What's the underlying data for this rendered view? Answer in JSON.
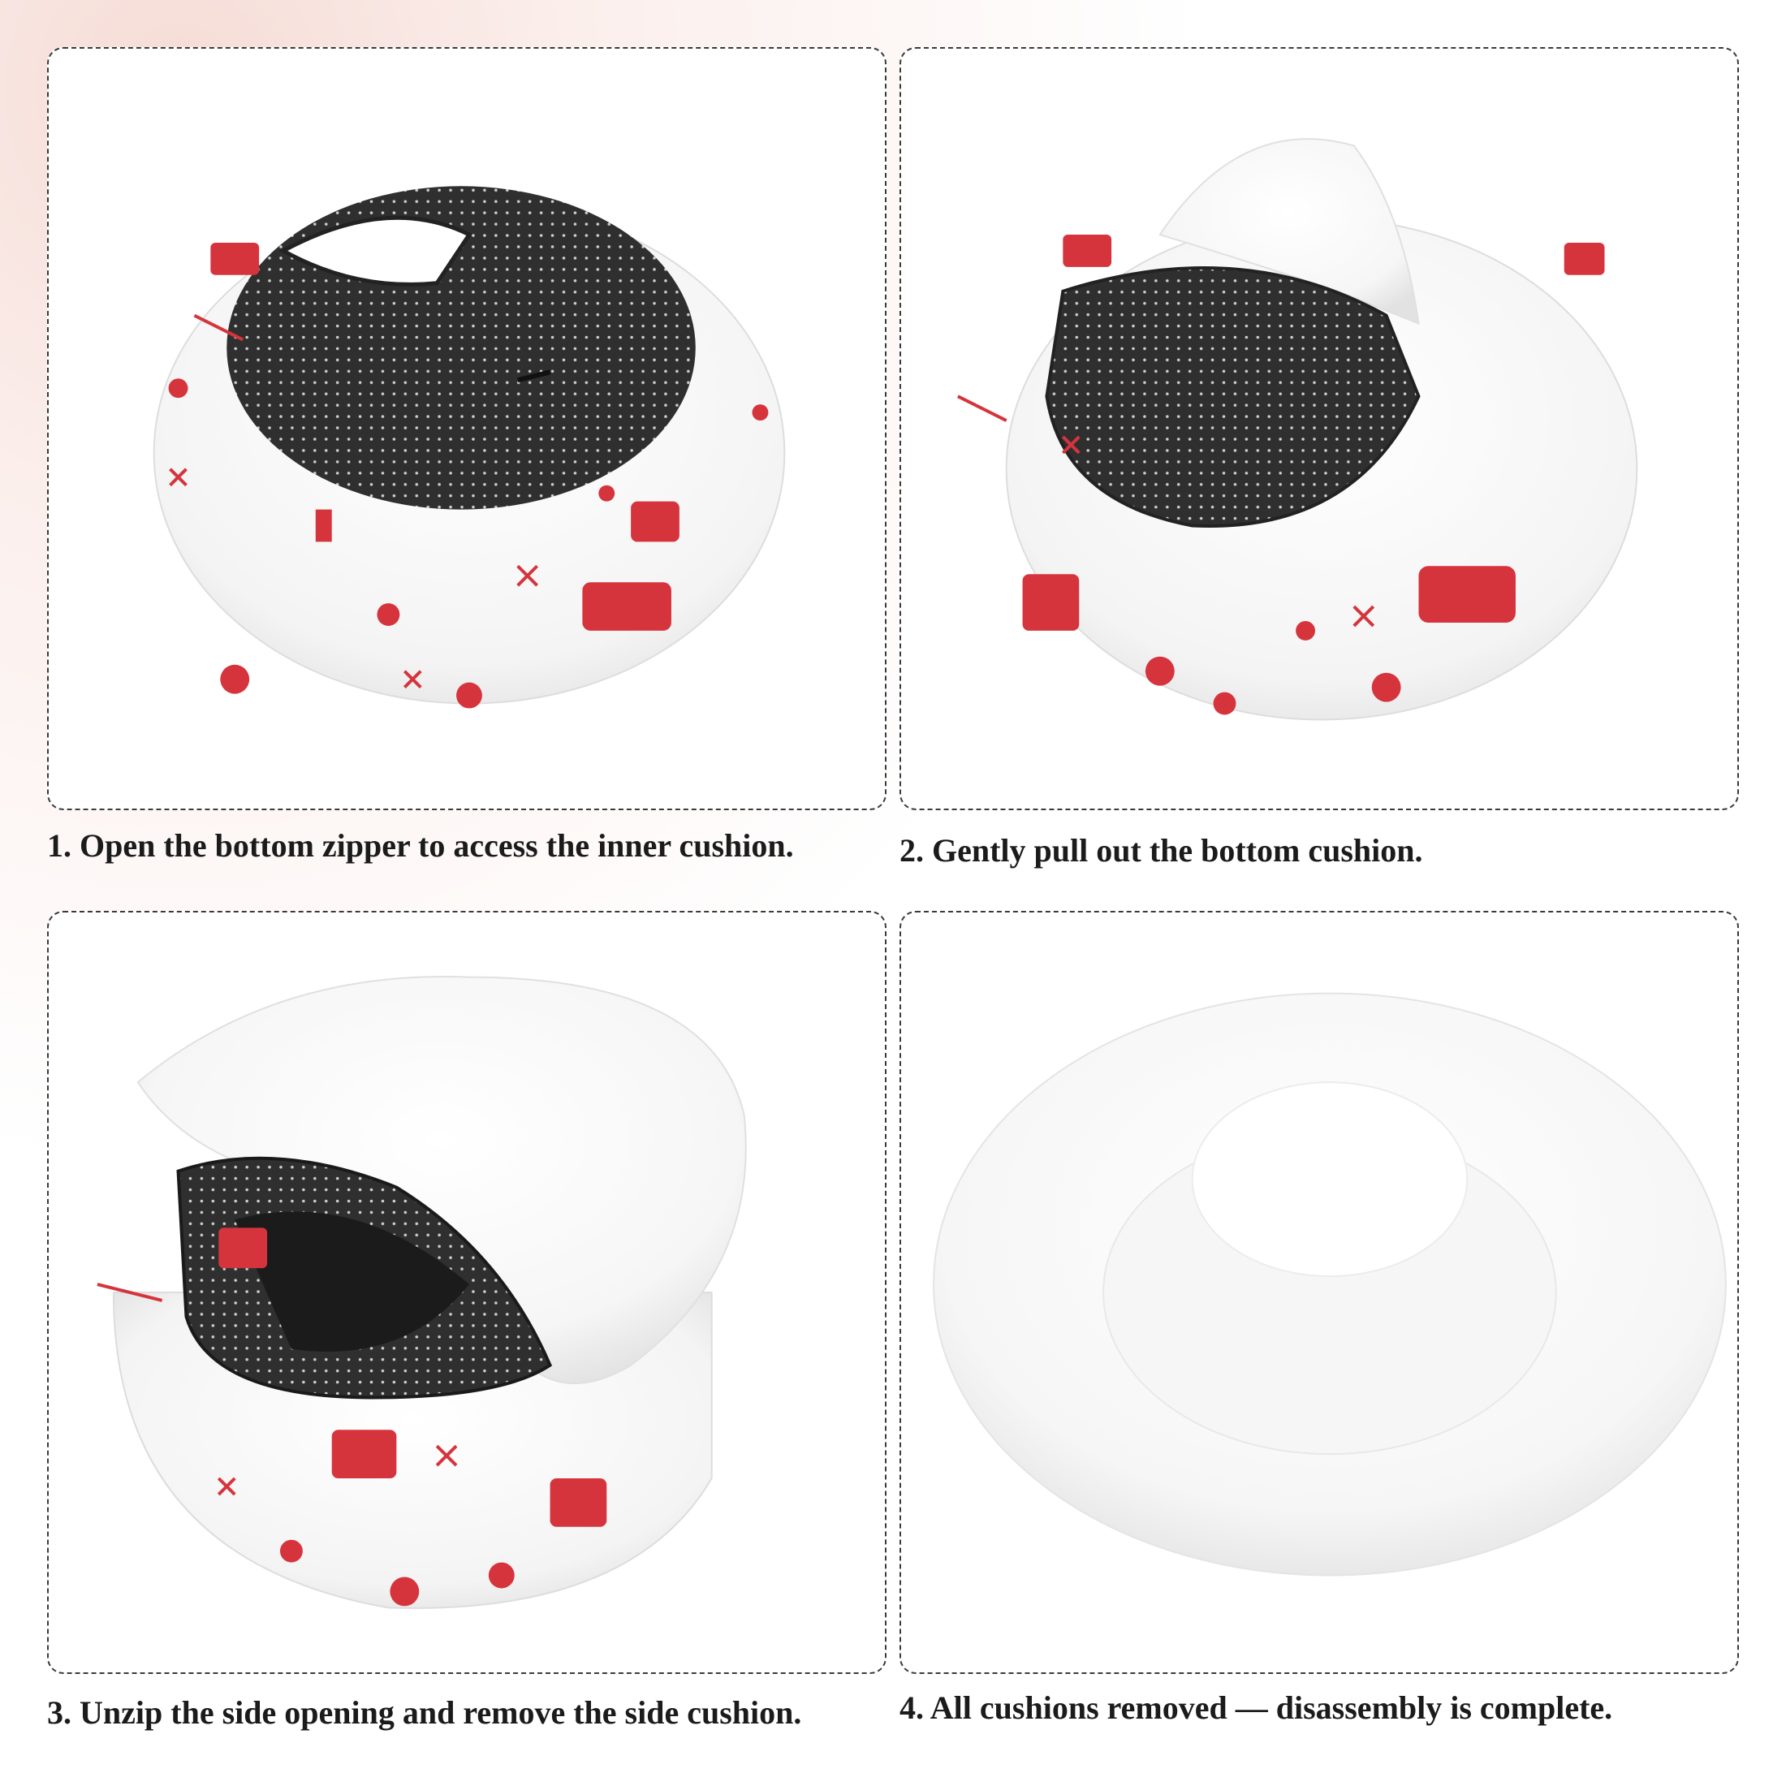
{
  "steps": [
    {
      "caption": "1. Open the bottom zipper to access the inner cushion."
    },
    {
      "caption": "2. Gently pull out the bottom cushion."
    },
    {
      "caption": "3. Unzip the side opening and remove the side cushion."
    },
    {
      "caption": "4. All cushions removed — disassembly is complete."
    }
  ],
  "colors": {
    "pattern_red": "#d6343c",
    "lining_dark": "#2e2e2e",
    "dot": "#cfcfcf",
    "cushion_white": "#f7f7f7"
  }
}
